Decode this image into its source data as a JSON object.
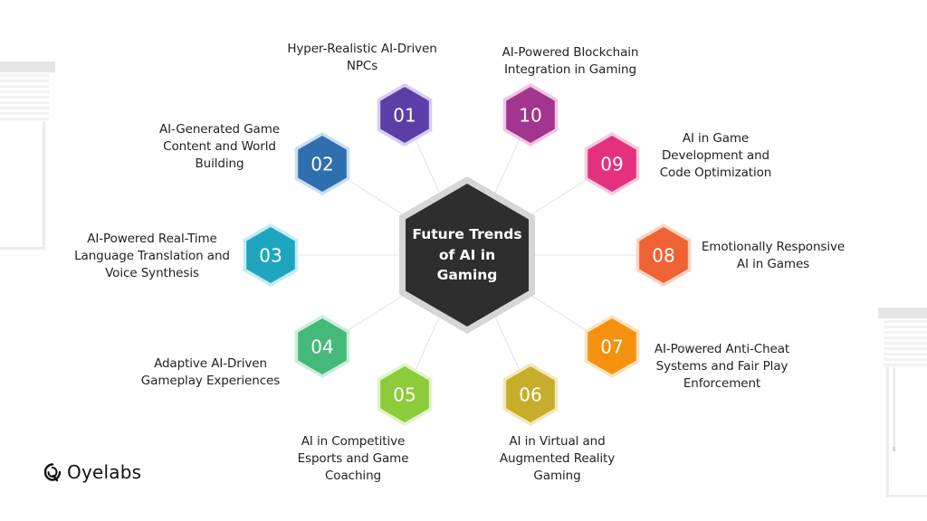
{
  "diagram": {
    "title": "Future Trends of AI in Gaming",
    "title_lines": [
      "Future Trends",
      "of AI in",
      "Gaming"
    ],
    "center_color": "#2e2e2e",
    "center_border": "#d6d6d6",
    "items": [
      {
        "number": "01",
        "lines": [
          "Hyper-Realistic AI-Driven",
          "NPCs"
        ],
        "color": "#5b3ea6",
        "border": "#d8ccf3"
      },
      {
        "number": "02",
        "lines": [
          "AI-Generated Game",
          "Content and World",
          "Building"
        ],
        "color": "#2f6fad",
        "border": "#c8def2"
      },
      {
        "number": "03",
        "lines": [
          "AI-Powered Real-Time",
          "Language Translation and",
          "Voice Synthesis"
        ],
        "color": "#1fa6bf",
        "border": "#c4ecf4"
      },
      {
        "number": "04",
        "lines": [
          "Adaptive AI-Driven",
          "Gameplay Experiences"
        ],
        "color": "#45b97a",
        "border": "#cbeedb"
      },
      {
        "number": "05",
        "lines": [
          "AI in Competitive",
          "Esports and Game",
          "Coaching"
        ],
        "color": "#8ccb3a",
        "border": "#e1f3c8"
      },
      {
        "number": "06",
        "lines": [
          "AI in Virtual and",
          "Augmented Reality",
          "Gaming"
        ],
        "color": "#c6ae2a",
        "border": "#f1e8bd"
      },
      {
        "number": "07",
        "lines": [
          "AI-Powered Anti-Cheat",
          "Systems and Fair Play",
          "Enforcement"
        ],
        "color": "#f4920f",
        "border": "#fde2bd"
      },
      {
        "number": "08",
        "lines": [
          "Emotionally Responsive",
          "AI in Games"
        ],
        "color": "#ee6234",
        "border": "#fbd3c4"
      },
      {
        "number": "09",
        "lines": [
          "AI in Game",
          "Development and",
          "Code Optimization"
        ],
        "color": "#e5307e",
        "border": "#f9c9dd"
      },
      {
        "number": "10",
        "lines": [
          "AI-Powered Blockchain",
          "Integration in Gaming"
        ],
        "color": "#a2358e",
        "border": "#efc6e6"
      }
    ]
  },
  "brand": {
    "name": "Oyelabs",
    "icon": "oyelabs-logo-icon"
  }
}
